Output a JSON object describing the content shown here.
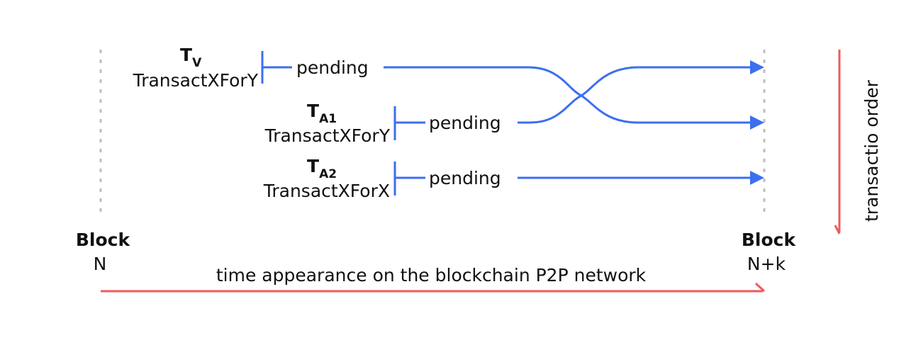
{
  "transactions": [
    {
      "symbol": "T",
      "subscript": "V",
      "operation": "TransactXForY",
      "status": "pending"
    },
    {
      "symbol": "T",
      "subscript": "A1",
      "operation": "TransactXForY",
      "status": "pending"
    },
    {
      "symbol": "T",
      "subscript": "A2",
      "operation": "TransactXForX",
      "status": "pending"
    }
  ],
  "block_start": {
    "title": "Block",
    "label": "N"
  },
  "block_end": {
    "title": "Block",
    "label": "N+k"
  },
  "time_axis_label": "time appearance on the blockchain P2P network",
  "order_axis_label": "transactio order",
  "colors": {
    "flow": "#3b6ff0",
    "axis": "#ef5a5a",
    "boundary": "#bdbdbd",
    "text": "#111111"
  }
}
